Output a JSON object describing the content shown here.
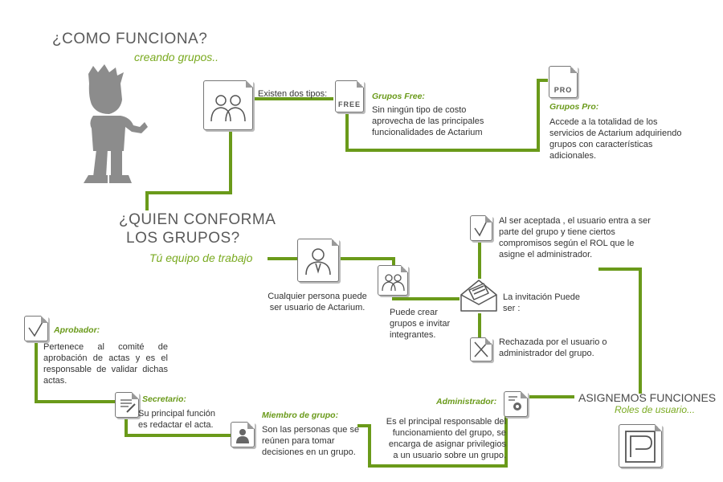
{
  "header": {
    "title": "¿COMO FUNCIONA?",
    "subtitle": "creando grupos.."
  },
  "types": {
    "intro": "Existen dos tipos:",
    "free_icon": "FREE",
    "free_title": "Grupos Free:",
    "free_desc": "Sin ningún tipo de costo aprovecha de las principales funcionalidades de Actarium",
    "pro_icon": "PRO",
    "pro_title": "Grupos Pro:",
    "pro_desc": "Accede a la totalidad de los servicios de Actarium adquiriendo grupos con características adicionales."
  },
  "members": {
    "title_line1": "¿QUIEN CONFORMA",
    "title_line2": "LOS GRUPOS?",
    "team_label": "Tú equipo de trabajo",
    "any_person": "Cualquier persona puede ser usuario de Actarium.",
    "can_create": "Puede crear grupos e invitar integrantes.",
    "invitation": "La invitación Puede ser :",
    "accepted": "Al ser aceptada , el usuario entra a ser parte del grupo y tiene ciertos compromisos según el ROL que le asigne el administrador.",
    "rejected": "Rechazada por el usuario o administrador del grupo."
  },
  "roles": {
    "title": "ASIGNEMOS FUNCIONES",
    "subtitle": "Roles de usuario...",
    "admin_title": "Administrador:",
    "admin_desc": "Es el principal responsable del funcionamiento del grupo, se encarga de asignar privilegios a un usuario sobre un grupo.",
    "member_title": "Miembro de grupo:",
    "member_desc": "Son las personas que se reúnen para tomar decisiones en un grupo.",
    "secretary_title": "Secretario:",
    "secretary_desc": "Su principal función es redactar el acta.",
    "approver_title": "Aprobador:",
    "approver_desc": "Pertenece al comité de aprobación de actas y es el responsable de validar dichas actas."
  },
  "colors": {
    "line": "#6a9a1a",
    "accent_text": "#7aaa20",
    "figure": "#8c8c8c"
  }
}
